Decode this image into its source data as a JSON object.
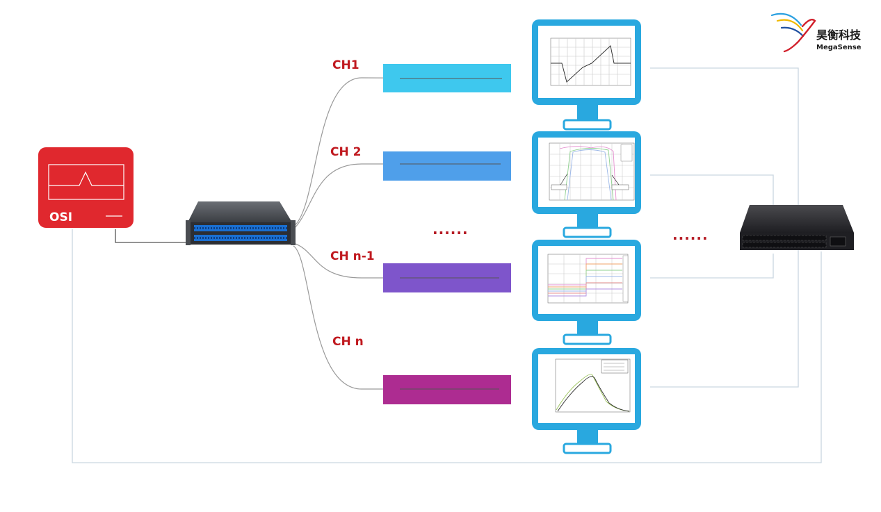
{
  "logo": {
    "name_cn": "昊衡科技",
    "name_en": "MegaSense"
  },
  "analyzer": {
    "label": "OSI"
  },
  "channels": [
    {
      "label": "CH1",
      "color": "#3ec8ee"
    },
    {
      "label": "CH 2",
      "color": "#4f9fea"
    },
    {
      "label": "CH n-1",
      "color": "#7e55cb"
    },
    {
      "label": "CH n",
      "color": "#ad2c91"
    }
  ],
  "ellipsis": "......",
  "colors": {
    "osi_red": "#e0282e",
    "label_red": "#c0191f",
    "monitor_blue": "#29a8df",
    "line_gray": "#c9d6e0"
  }
}
